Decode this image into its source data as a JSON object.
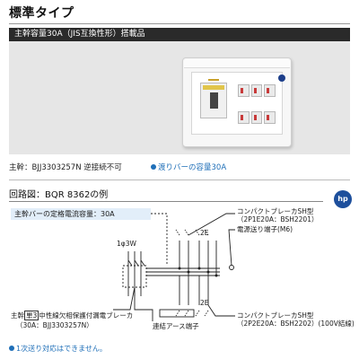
{
  "header": {
    "title": "標準タイプ",
    "spec": "主幹容量30A（JIS互換性形）搭載品"
  },
  "info": {
    "main_unit": "主幹：BJJ3303257N 逆接続不可",
    "note": "渡りバーの容量30A"
  },
  "circuit": {
    "title": "回路図：BQR 8362の例",
    "logo": "hp",
    "rating": "主幹バーの定格電流容量：30A",
    "phase_label": "1φ3W",
    "top_breaker_label_1": "コンパクトブレーカSH型",
    "top_breaker_label_2": "（2P1E20A：BSH2201）",
    "supply_terminal": "電源送り端子(M6)",
    "top_2e": "2E",
    "bottom_2e": "2E",
    "bottom_breaker_label_1": "コンパクトブレーカSH型",
    "bottom_breaker_label_2": "（2P2E20A：BSH2202）(100V結線)",
    "earth_terminal": "連結アース端子",
    "main_breaker_prefix": "主幹",
    "main_breaker_tag": "単3",
    "main_breaker_desc": "中性線欠相保護付漏電ブレーカ",
    "main_breaker_model": "（30A：BJJ3303257N）",
    "footnote": "1次送り対応はできません。"
  }
}
